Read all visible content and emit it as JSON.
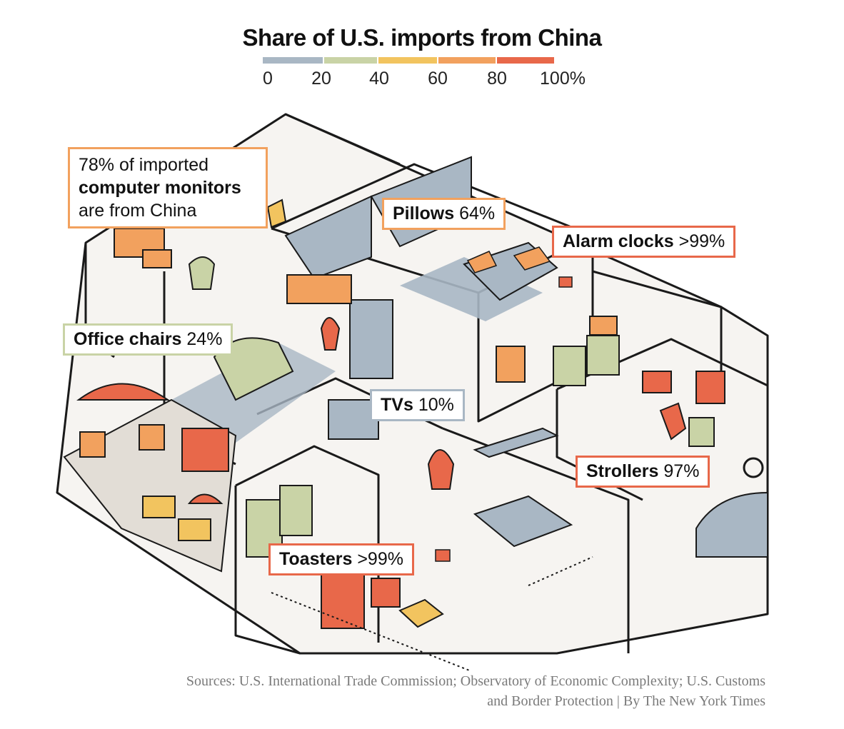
{
  "title": "Share of U.S. imports from China",
  "legend": {
    "ticks": [
      "0",
      "20",
      "40",
      "60",
      "80",
      "100%"
    ],
    "colors": [
      "#a9b7c4",
      "#c9d3a6",
      "#f2c45f",
      "#f2a15e",
      "#e8684a"
    ]
  },
  "callouts": {
    "monitors": {
      "line1": "78% of imported",
      "line2": "computer monitors",
      "line3": "are from China",
      "value": 78,
      "color": "#f2a15e"
    },
    "pillows": {
      "name": "Pillows",
      "value_text": "64%",
      "value": 64,
      "color": "#f2a15e"
    },
    "alarm": {
      "name": "Alarm clocks",
      "value_text": ">99%",
      "value": 99,
      "color": "#e8684a"
    },
    "chairs": {
      "name": "Office chairs",
      "value_text": "24%",
      "value": 24,
      "color": "#c9d3a6"
    },
    "tvs": {
      "name": "TVs",
      "value_text": "10%",
      "value": 10,
      "color": "#a9b7c4"
    },
    "strollers": {
      "name": "Strollers",
      "value_text": "97%",
      "value": 97,
      "color": "#e8684a"
    },
    "toasters": {
      "name": "Toasters",
      "value_text": ">99%",
      "value": 99,
      "color": "#e8684a"
    }
  },
  "source": {
    "line1": "Sources: U.S. International Trade Commission; Observatory of Economic Complexity; U.S. Customs",
    "line2": "and Border Protection | By The New York Times"
  }
}
